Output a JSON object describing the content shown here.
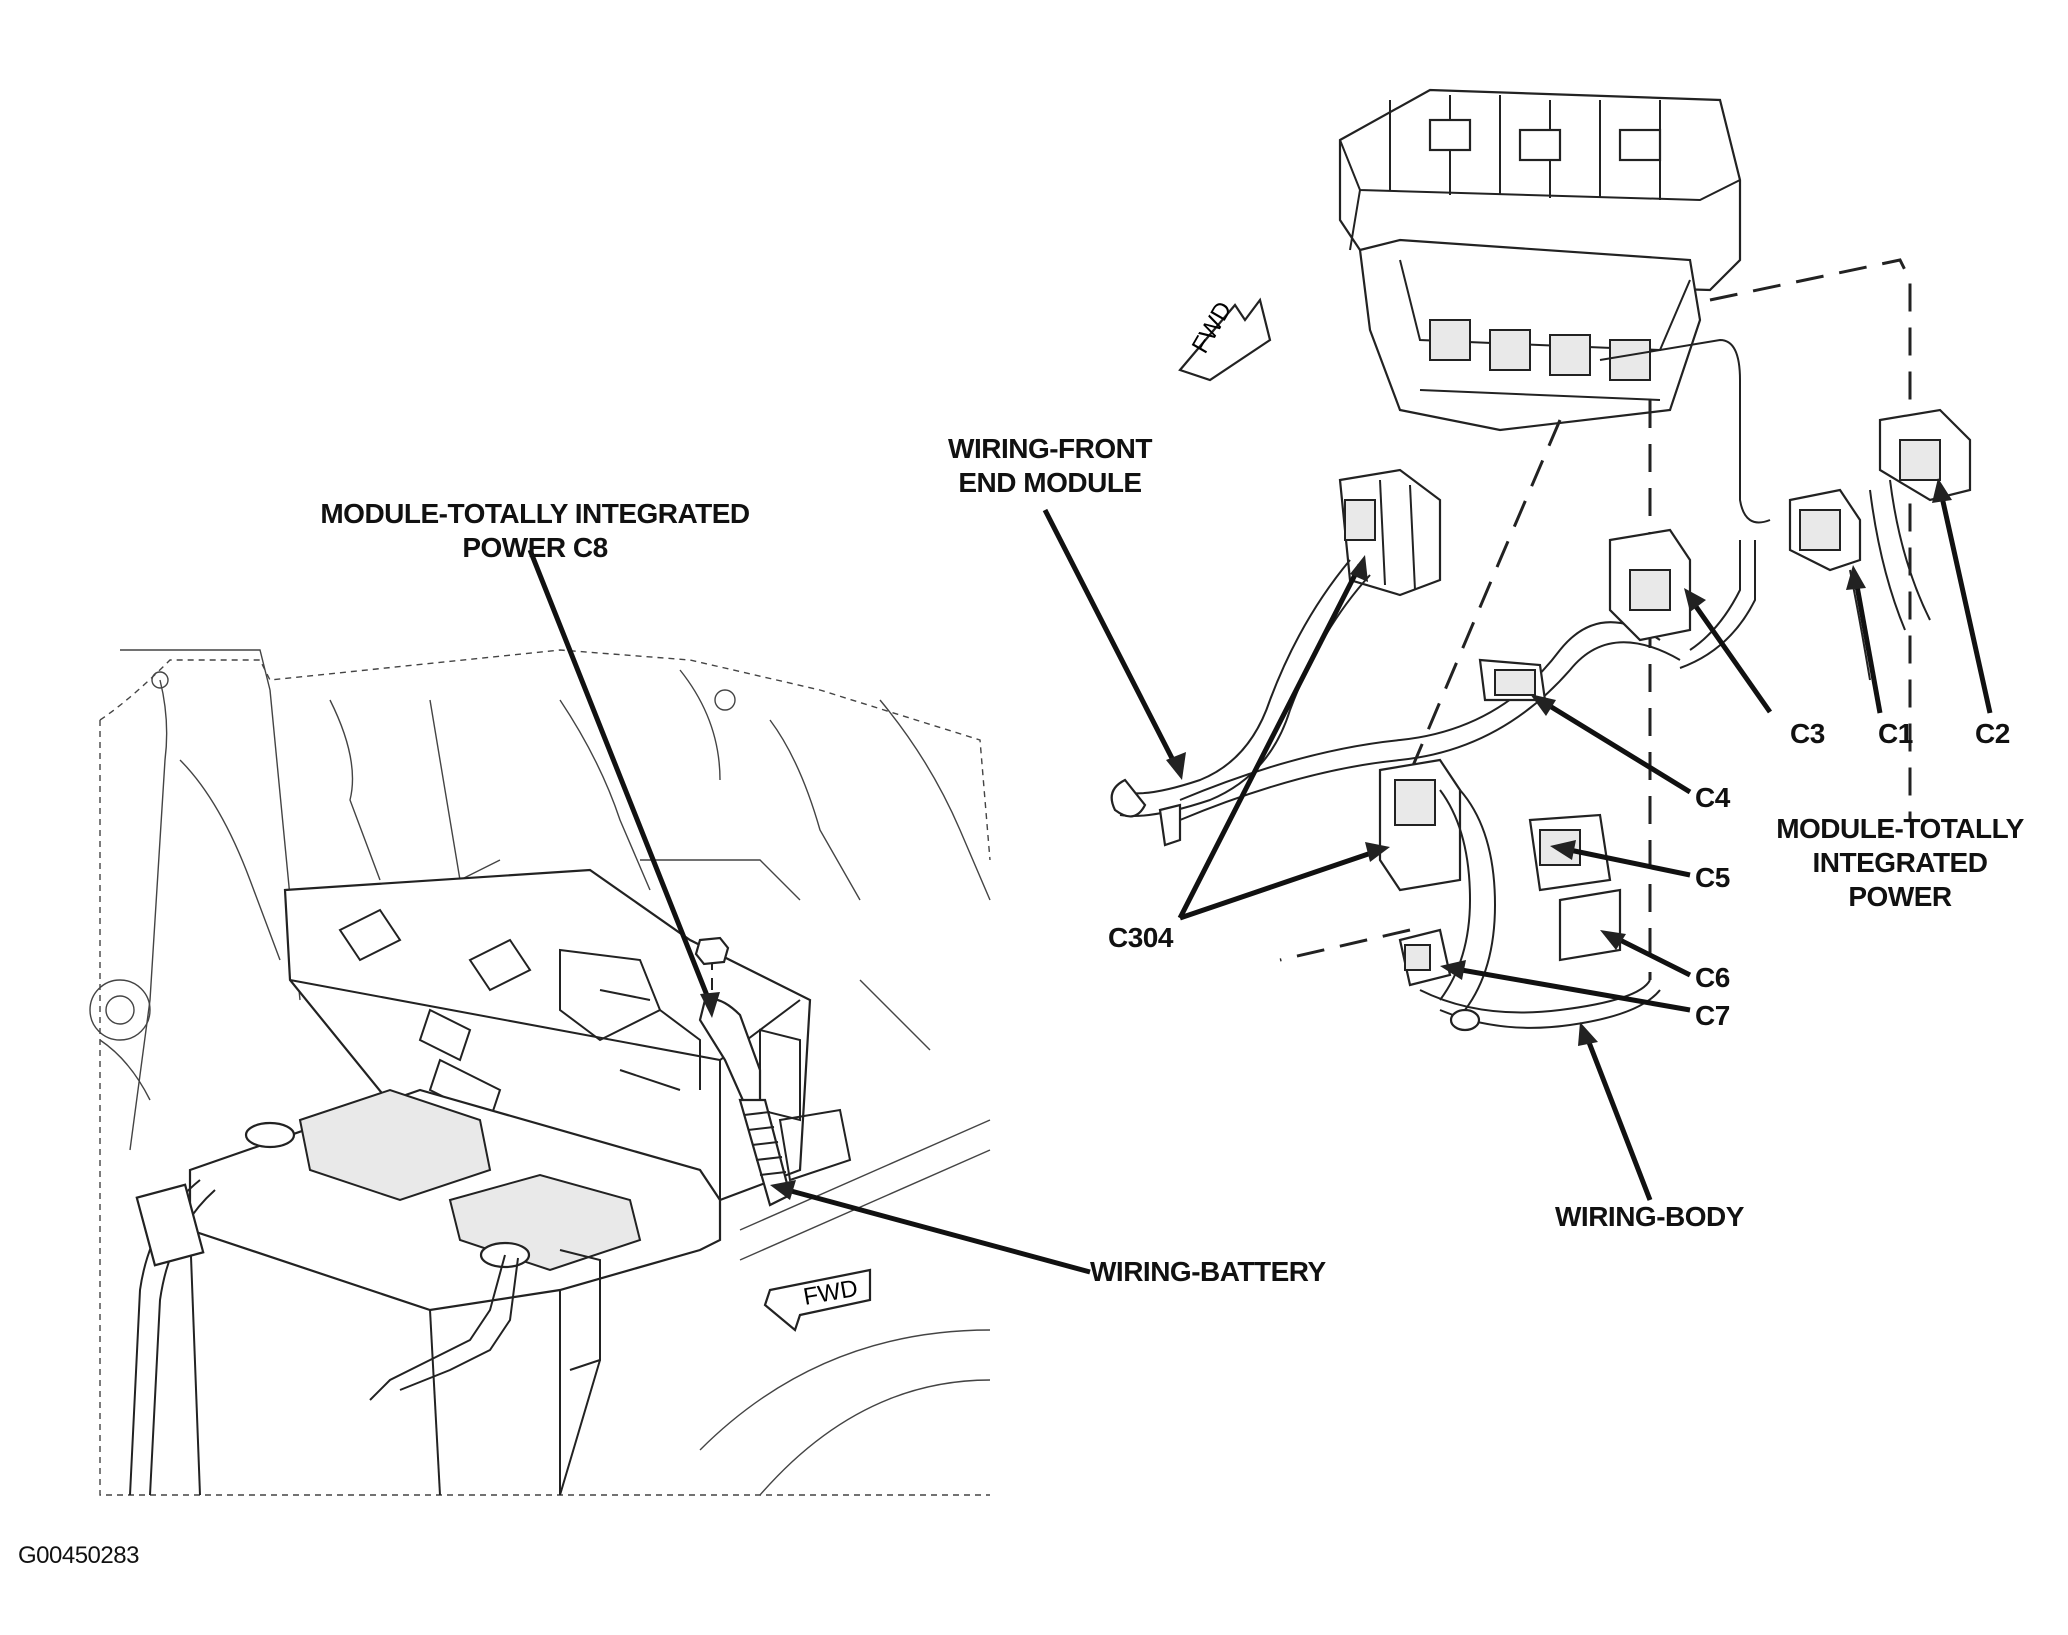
{
  "labels": {
    "tip_c8_line1": "MODULE-TOTALLY INTEGRATED",
    "tip_c8_line2": "POWER C8",
    "wiring_front_line1": "WIRING-FRONT",
    "wiring_front_line2": "END MODULE",
    "wiring_battery": "WIRING-BATTERY",
    "wiring_body": "WIRING-BODY",
    "tip_line1": "MODULE-TOTALLY",
    "tip_line2": "INTEGRATED",
    "tip_line3": "POWER",
    "fwd": "FWD"
  },
  "connectors": {
    "c1": "C1",
    "c2": "C2",
    "c3": "C3",
    "c4": "C4",
    "c5": "C5",
    "c6": "C6",
    "c7": "C7",
    "c304": "C304"
  },
  "figure_code": "G00450283"
}
